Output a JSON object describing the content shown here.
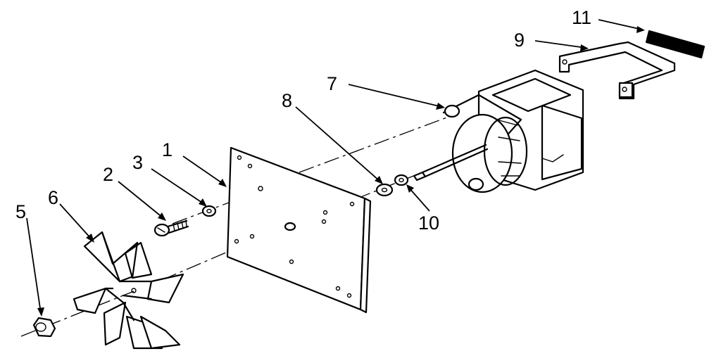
{
  "diagram": {
    "labels": {
      "l1": "1",
      "l2": "2",
      "l3": "3",
      "l5": "5",
      "l6": "6",
      "l7": "7",
      "l8": "8",
      "l9": "9",
      "l10": "10",
      "l11": "11"
    }
  }
}
